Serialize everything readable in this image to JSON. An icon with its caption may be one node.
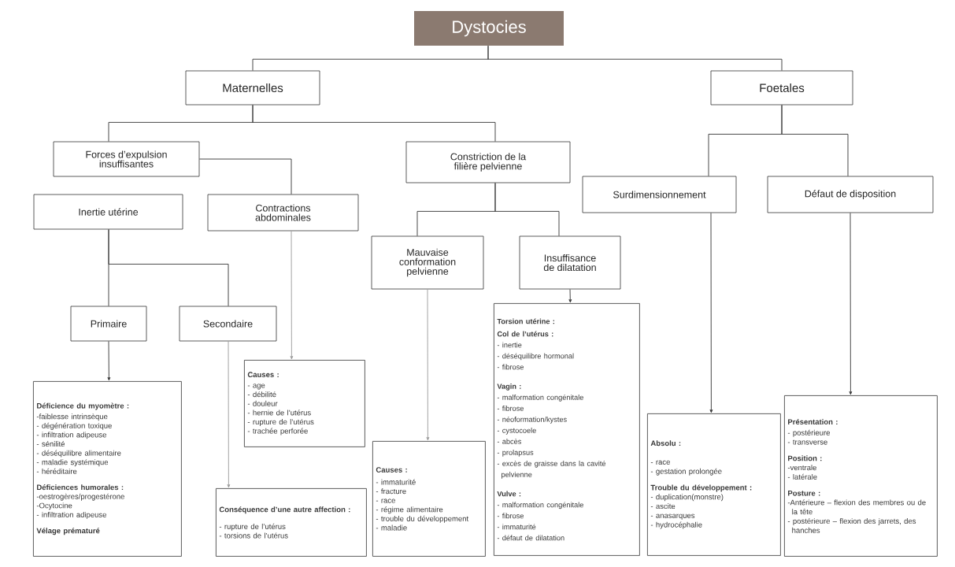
{
  "diagram": {
    "nodes": [
      {
        "text": [
          "Dystocies"
        ]
      },
      {
        "text": [
          "Maternelles"
        ]
      },
      {
        "text": [
          "Foetales"
        ]
      },
      {
        "text": [
          "Forces d’expulsion insuffisantes"
        ]
      },
      {
        "text": [
          "Constriction de la filière pelvienne"
        ]
      },
      {
        "text": [
          "Inertie utérine"
        ]
      },
      {
        "text": [
          "Contractions abdominales"
        ]
      },
      {
        "text": [
          "Primaire"
        ]
      },
      {
        "text": [
          "Secondaire"
        ]
      },
      {
        "text": [
          "Mauvaise conformation pelvienne"
        ]
      },
      {
        "text": [
          "Insuffisance de dilatation"
        ]
      },
      {
        "text": [
          "Surdimensionnement"
        ]
      },
      {
        "text": [
          "Défaut de disposition"
        ]
      },
      {
        "text": [
          "Déficience du myomètre :",
          "-faiblesse intrinsèque",
          "- dégénération toxique",
          "- infiltration adipeuse",
          "- sénilité",
          "- déséquilibre alimentaire",
          "- maladie systémique",
          "- héréditaire",
          "Déficiences humorales :",
          "-oestrogères/progestérone",
          "-Ocytocine",
          "- infiltration adipeuse",
          "Vélage prématuré"
        ]
      },
      {
        "text": [
          "Conséquence d’une autre affection :",
          "- rupture de l’utérus",
          "- torsions de l’utérus"
        ]
      },
      {
        "text": [
          "Causes :",
          "- age",
          "- débilité",
          "- douleur",
          "- hernie de l’utérus",
          "- rupture de l’utérus",
          "- trachée perforée"
        ]
      },
      {
        "text": [
          "Causes :",
          "- immaturité",
          "- fracture",
          "- race",
          "- régime alimentaire",
          "- trouble du développement",
          "- maladie"
        ]
      },
      {
        "text": [
          "Torsion utérine :",
          "Col de l’utérus :",
          "- inertie",
          "- déséquilibre hormonal",
          "- fibrose",
          "Vagin :",
          "- malformation congénitale",
          "- fibrose",
          "- néoformation/kystes",
          "- cystocoele",
          "- abcès",
          "- prolapsus",
          "- excès de graisse dans la cavité pelvienne",
          "Vulve :",
          "- malformation congénitale",
          "- fibrose",
          "- immaturité",
          "- défaut de dilatation"
        ]
      },
      {
        "text": [
          "Absolu :",
          "- race",
          "- gestation prolongée",
          "Trouble du développement :",
          "- duplication(monstre)",
          "- ascite",
          "- anasarques",
          "- hydrocéphalie"
        ]
      },
      {
        "text": [
          "Présentation :",
          "- postérieure",
          "- transverse",
          "Position :",
          "-ventrale",
          "- latérale",
          "Posture :",
          "-Antérieure – flexion des membres ou de la tête",
          "- postérieure – flexion des jarrets, des hanches"
        ]
      }
    ],
    "edges": [
      {
        "from": 0,
        "to": 1,
        "arrow": "none"
      },
      {
        "from": 0,
        "to": 2,
        "arrow": "none"
      },
      {
        "from": 1,
        "to": 3,
        "arrow": "none"
      },
      {
        "from": 1,
        "to": 4,
        "arrow": "none"
      },
      {
        "from": 3,
        "to": 6,
        "arrow": "none"
      },
      {
        "from": 5,
        "to": 7,
        "arrow": "none"
      },
      {
        "from": 5,
        "to": 8,
        "arrow": "none"
      },
      {
        "from": 4,
        "to": 9,
        "arrow": "none"
      },
      {
        "from": 4,
        "to": 10,
        "arrow": "none"
      },
      {
        "from": 2,
        "to": 11,
        "arrow": "none"
      },
      {
        "from": 2,
        "to": 12,
        "arrow": "none"
      },
      {
        "from": 7,
        "to": 13,
        "arrow": "to"
      },
      {
        "from": 8,
        "to": 14,
        "arrow": "to",
        "color": "#9a9a9a"
      },
      {
        "from": 6,
        "to": 15,
        "arrow": "to",
        "color": "#9a9a9a"
      },
      {
        "from": 9,
        "to": 16,
        "arrow": "to",
        "color": "#9a9a9a"
      },
      {
        "from": 10,
        "to": 17,
        "arrow": "to"
      },
      {
        "from": 11,
        "to": 18,
        "arrow": "to"
      },
      {
        "from": 12,
        "to": 19,
        "arrow": "to"
      }
    ]
  }
}
